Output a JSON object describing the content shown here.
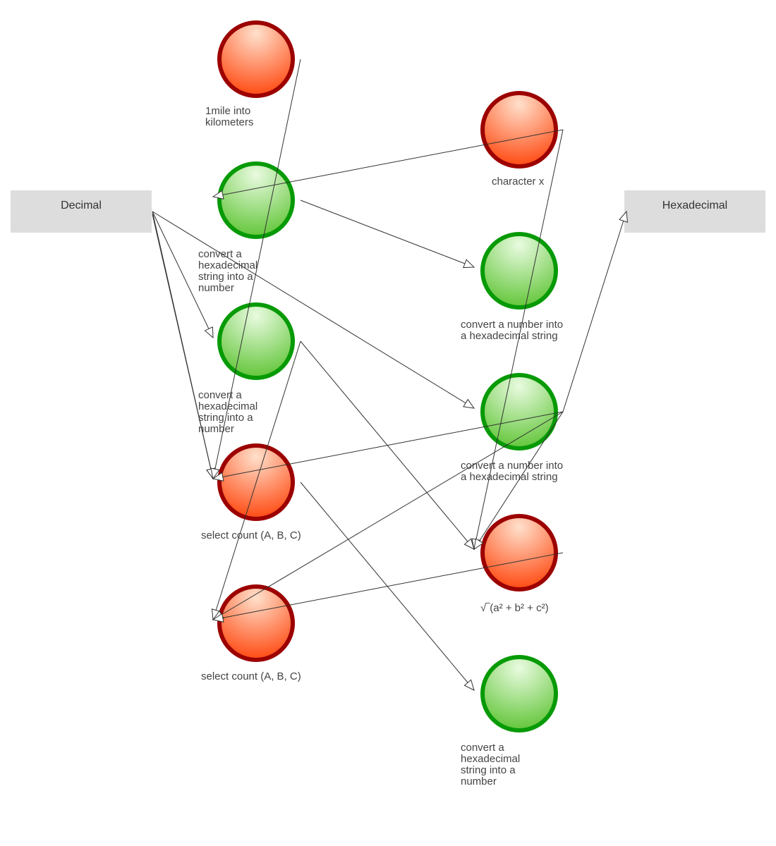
{
  "colors": {
    "ok_fill_light": "#e9fbe0",
    "ok_fill_dark": "#63c63a",
    "ok_stroke": "#079a07",
    "bad_fill_light": "#ffe0cc",
    "bad_fill_dark": "#ff4a12",
    "bad_stroke": "#9c0000",
    "box_fill": "#dddddd",
    "edge": "#333333"
  },
  "boxes": {
    "decimal": "Decimal",
    "hexadecimal": "Hexadecimal"
  },
  "nodes": [
    {
      "id": "n1",
      "status": "error",
      "label": "1mile into kilometers"
    },
    {
      "id": "n2",
      "status": "ok",
      "label": "convert a hexadecimal string into a number"
    },
    {
      "id": "n3",
      "status": "ok",
      "label": "convert a hexadecimal string into a number"
    },
    {
      "id": "n4",
      "status": "error",
      "label": "select count  (A, B, C)"
    },
    {
      "id": "n5",
      "status": "error",
      "label": "select count  (A, B, C)"
    },
    {
      "id": "n6",
      "status": "error",
      "label": "character x"
    },
    {
      "id": "n7",
      "status": "ok",
      "label": "convert a number into a hexadecimal string"
    },
    {
      "id": "n8",
      "status": "ok",
      "label": "convert a number into a hexadecimal string"
    },
    {
      "id": "n9",
      "status": "error",
      "label": "√‾(a² + b² + c²)"
    },
    {
      "id": "n10",
      "status": "ok",
      "label": "convert a hexadecimal string into a number"
    }
  ],
  "edges": [
    {
      "from": "decimal",
      "to": "n3"
    },
    {
      "from": "decimal",
      "to": "n4"
    },
    {
      "from": "decimal",
      "to": "n4"
    },
    {
      "from": "decimal",
      "to": "n8"
    },
    {
      "from": "n1",
      "to": "n4"
    },
    {
      "from": "n2",
      "to": "n7"
    },
    {
      "from": "n3",
      "to": "n5"
    },
    {
      "from": "n3",
      "to": "n9"
    },
    {
      "from": "n4",
      "to": "n10"
    },
    {
      "from": "n6",
      "to": "n2"
    },
    {
      "from": "n6",
      "to": "n9"
    },
    {
      "from": "n8",
      "to": "n4"
    },
    {
      "from": "n8",
      "to": "n5"
    },
    {
      "from": "n8",
      "to": "n9"
    },
    {
      "from": "n8",
      "to": "hexadecimal"
    },
    {
      "from": "n9",
      "to": "n5"
    }
  ]
}
